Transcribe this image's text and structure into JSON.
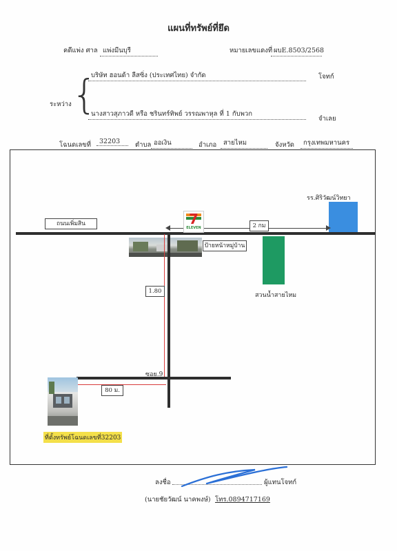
{
  "header": {
    "title": "แผนที่ทรัพย์ที่ยึด",
    "court_label": "คดีแพ่ง ศาล",
    "court_value": "แพ่งมีนบุรี",
    "case_label": "หมายเลขแดงที่",
    "case_value": "ผบE.8503/2568"
  },
  "parties": {
    "between_label": "ระหว่าง",
    "plaintiff_name": "บริษัท ฮอนด้า ลีสซิ่ง (ประเทศไทย) จำกัด",
    "plaintiff_role": "โจทก์",
    "defendant_name": "นางสาวสุภาวดี หรือ ชรินทร์ทิพย์ วรรณพาหุล ที่ 1 กับพวก",
    "defendant_role": "จำเลย"
  },
  "deed": {
    "deed_label": "โฉนดเลขที่",
    "deed_value": "32203",
    "subdistrict_label": "ตำบล",
    "subdistrict_value": "ออเงิน",
    "district_label": "อำเภอ",
    "district_value": "สายไหม",
    "province_label": "จังหวัด",
    "province_value": "กรุงเทพมหานคร"
  },
  "map": {
    "main_road": "ถนนเพิ่มสิน",
    "school": "รร.ศิริวัฒน์วิทยา",
    "distance_school": "2 กม",
    "village_sign": "ป้ายหน้าหมู่บ้าน",
    "park": "สวนน้ำสายไหม",
    "distance_soi": "1.80",
    "soi": "ซอย.9",
    "distance_property": "80 ม.",
    "property_label": "ที่ตั้งทรัพย์โฉนดเลขที่32203",
    "store_logo_text": "ELEVEN",
    "store_logo_digit": "7",
    "colors": {
      "school": "#3a8ee0",
      "park": "#1e9a62",
      "highlight": "#f4e04a",
      "distance_line": "#d83b3b"
    }
  },
  "signature": {
    "sign_label": "ลงชื่อ",
    "role": "ผู้แทนโจทก์",
    "name_line": "(นายชัยวัฒน์  นาคพงษ์)",
    "phone": "โทร.0894717169"
  }
}
